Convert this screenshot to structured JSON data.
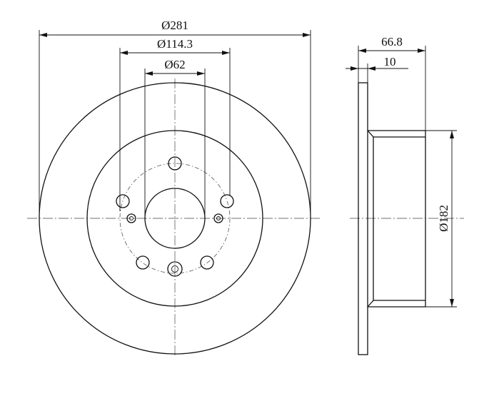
{
  "drawing": {
    "front_view": {
      "outer_diameter_label": "Ø281",
      "bolt_circle_label": "Ø114.3",
      "center_bore_label": "Ø62"
    },
    "side_view": {
      "total_height_label": "66.8",
      "disc_thickness_label": "10",
      "hat_diameter_label": "Ø182"
    }
  }
}
